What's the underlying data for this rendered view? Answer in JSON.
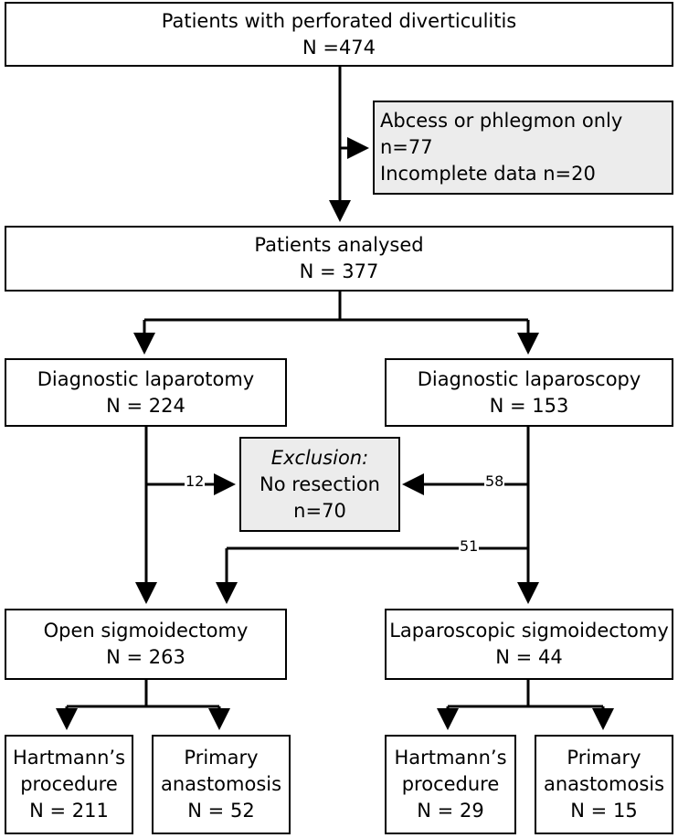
{
  "top": {
    "line1": "Patients with perforated diverticulitis",
    "line2": "N =474"
  },
  "excluded_initial": {
    "line1": "Abcess or phlegmon only n=77",
    "line2": "Incomplete data n=20"
  },
  "analysed": {
    "line1": "Patients analysed",
    "line2": "N = 377"
  },
  "laparotomy": {
    "line1": "Diagnostic laparotomy",
    "line2": "N = 224"
  },
  "laparoscopy": {
    "line1": "Diagnostic laparoscopy",
    "line2": "N = 153"
  },
  "exclusion": {
    "line1": "Exclusion:",
    "line2": "No resection",
    "line3": "n=70"
  },
  "flow_labels": {
    "from_laparotomy": "12",
    "from_laparoscopy": "58",
    "conversion": "51"
  },
  "open_sigmoidectomy": {
    "line1": "Open sigmoidectomy",
    "line2": "N = 263"
  },
  "lap_sigmoidectomy": {
    "line1": "Laparoscopic sigmoidectomy",
    "line2": "N = 44"
  },
  "open_hartmann": {
    "line1": "Hartmann’s",
    "line2": "procedure",
    "line3": "N = 211"
  },
  "open_primary": {
    "line1": "Primary",
    "line2": "anastomosis",
    "line3": "N = 52"
  },
  "lap_hartmann": {
    "line1": "Hartmann’s",
    "line2": "procedure",
    "line3": "N = 29"
  },
  "lap_primary": {
    "line1": "Primary",
    "line2": "anastomosis",
    "line3": "N = 15"
  }
}
